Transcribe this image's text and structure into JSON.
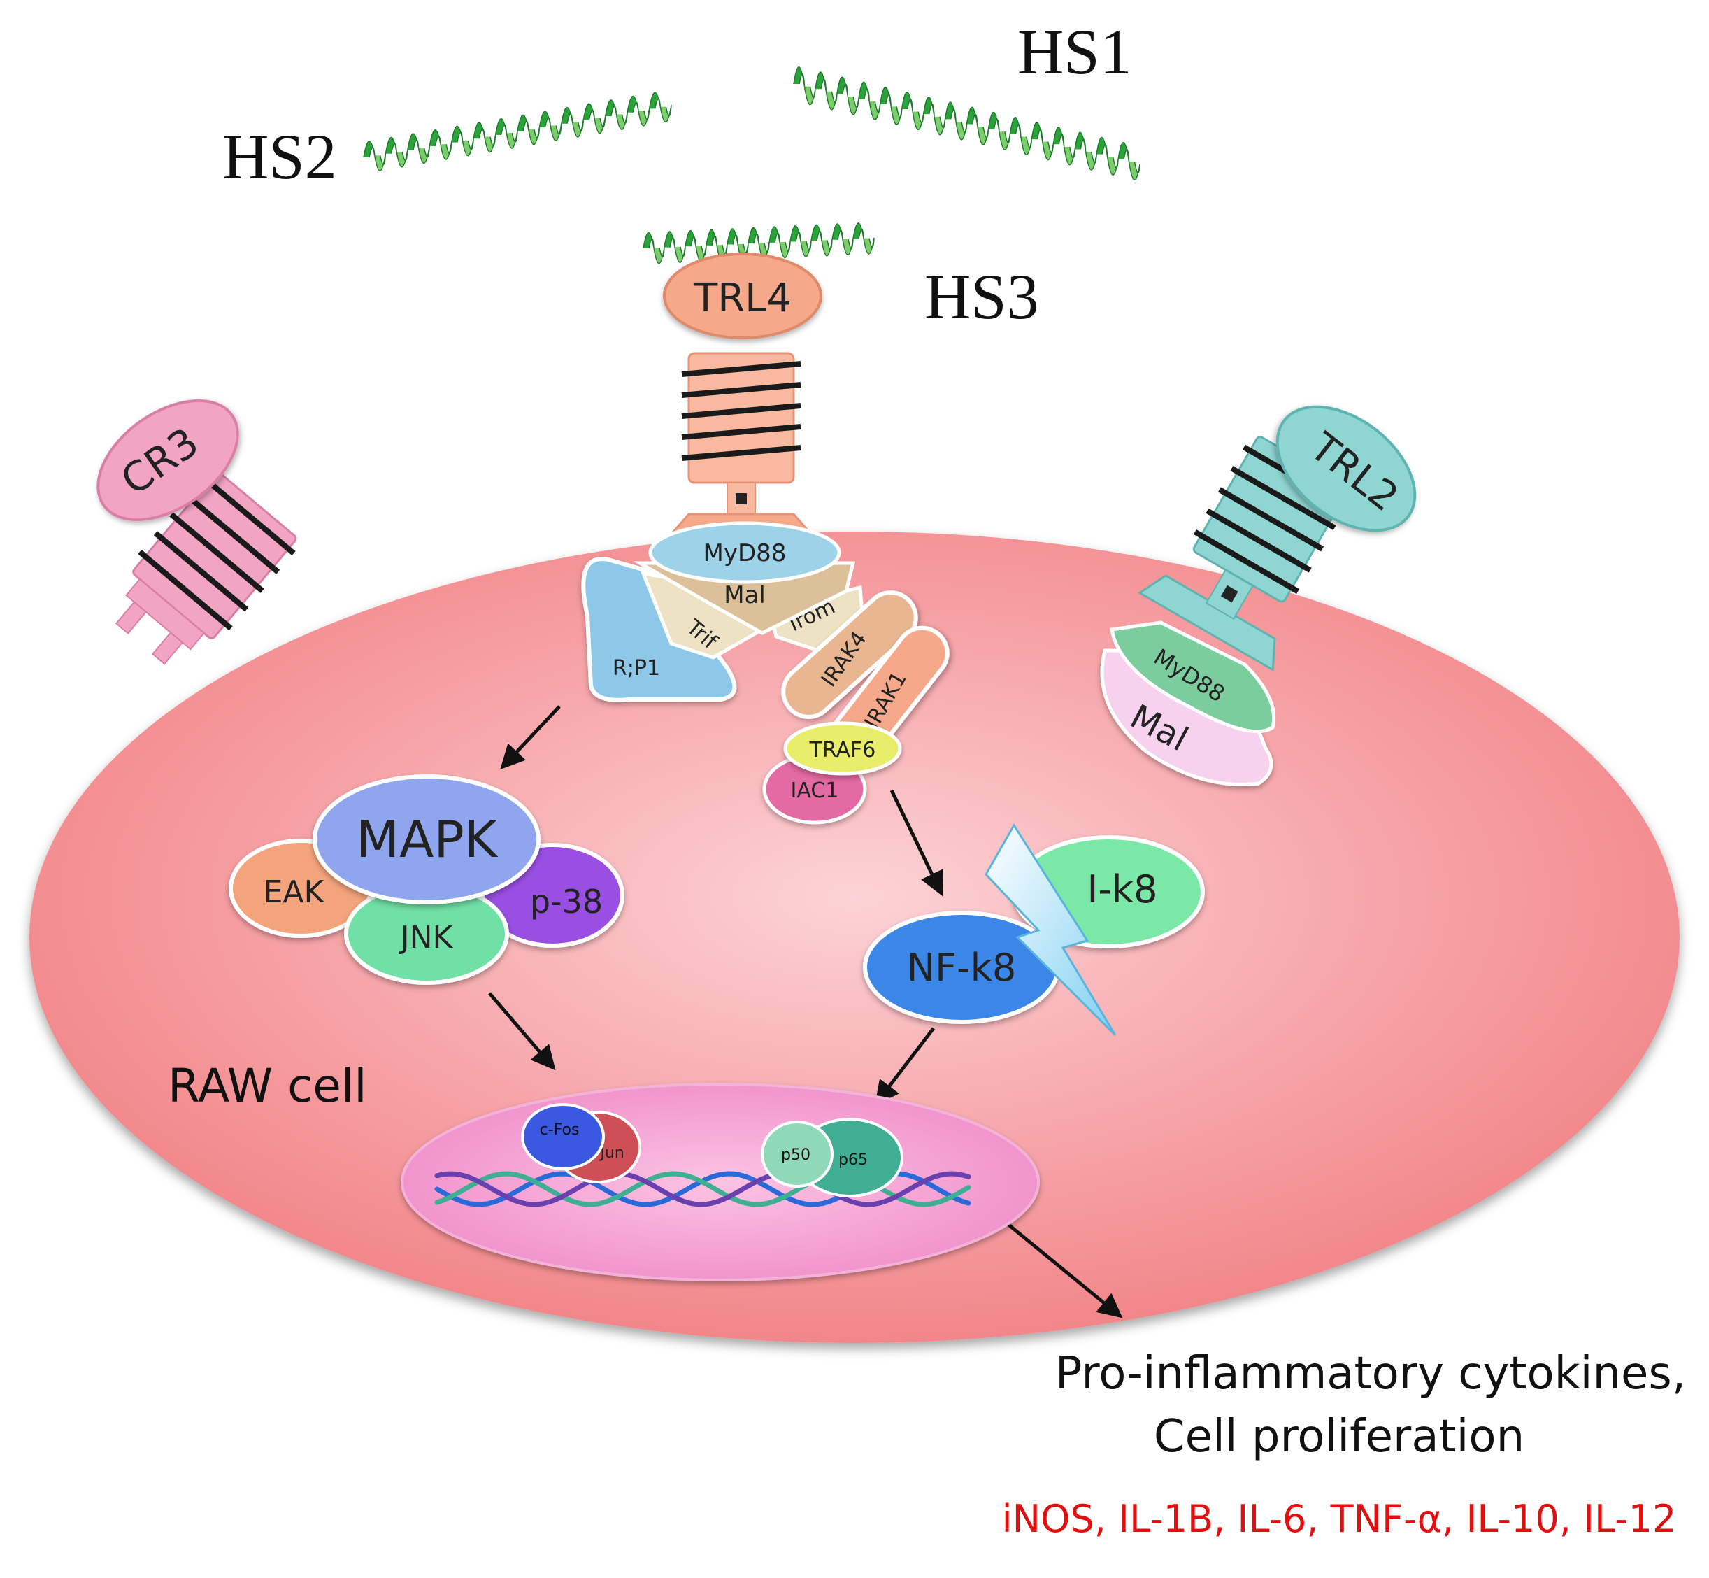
{
  "ligands": {
    "hs1": "HS1",
    "hs2": "HS2",
    "hs3": "HS3"
  },
  "receptors": {
    "tlr4": "TRL4",
    "cr3": "CR3",
    "tlr2": "TRL2"
  },
  "adaptors": {
    "myd88": "MyD88",
    "mal": "Mal",
    "trif": "Trif",
    "tram": "Trom",
    "rip1": "R;P1",
    "irak4": "IRAK4",
    "irak1": "IRAK1",
    "traf6": "TRAF6",
    "tak1": "IAC1",
    "tlr2_myd88": "MyD88",
    "tlr2_mal": "Mal"
  },
  "mapk": {
    "main": "MAPK",
    "erk": "EAK",
    "jnk": "JNK",
    "p38": "p-38"
  },
  "nfkb": {
    "nfkb": "NF-k8",
    "ikb": "I-k8"
  },
  "nucleus": {
    "cfos": "c-Fos",
    "cjun": "c-Jun",
    "p50": "p50",
    "p65": "p65"
  },
  "cell_label": "RAW cell",
  "outcome": {
    "line1": "Pro-inflammatory cytokines,",
    "line2": "Cell proliferation",
    "markers": "iNOS, IL-1B, IL-6, TNF-α, IL-10, IL-12"
  },
  "colors": {
    "cell": "#f28a8a",
    "nucleus": "#f7a8d4",
    "helix": "#2aa33a",
    "tlr4": "#f6a98a",
    "cr3": "#f2a4c4",
    "tlr2": "#8fd5d2",
    "myd88": "#9ed2e8",
    "mapk": "#8fa6ef",
    "erk": "#f4a47c",
    "jnk": "#6fe0a6",
    "p38": "#9a4fe3",
    "nfkb": "#3b86e6",
    "ikb": "#7be8a8",
    "traf6": "#e9ee6a",
    "tak1": "#e46aa3",
    "marker_text": "#e01010"
  }
}
